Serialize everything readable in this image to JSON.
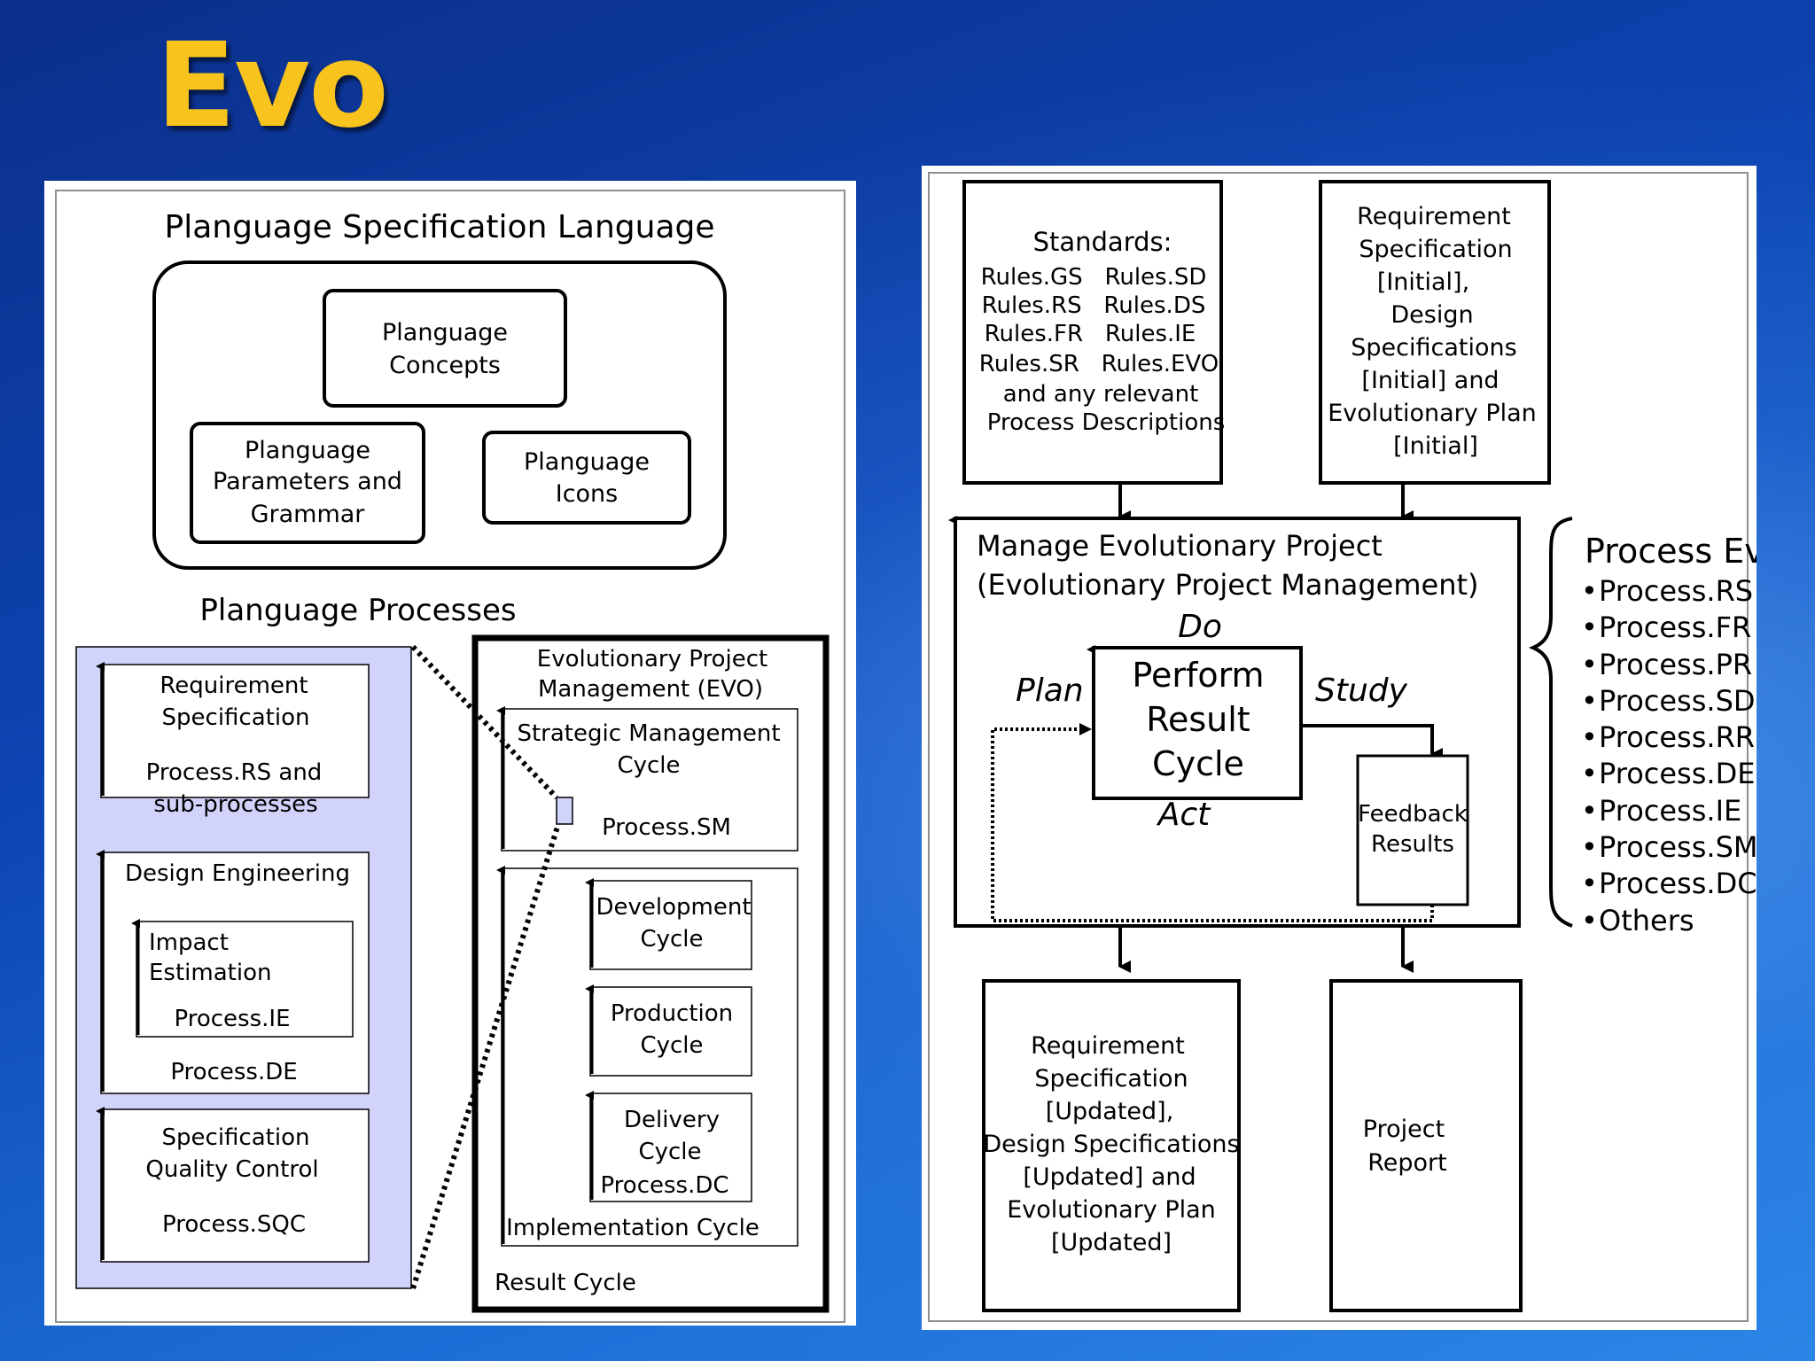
{
  "slide_title": "Evo",
  "left_diagram": {
    "heading": "Planguage Specification Language",
    "concepts": [
      "Planguage",
      "Concepts"
    ],
    "parameters": [
      "Planguage",
      "Parameters and",
      "Grammar"
    ],
    "icons": [
      "Planguage",
      "Icons"
    ],
    "processes_heading": "Planguage Processes",
    "req_spec": [
      "Requirement",
      "Specification",
      "Process.RS and",
      "sub-processes"
    ],
    "design_eng": "Design Engineering",
    "impact": [
      "Impact",
      "Estimation",
      "Process.IE"
    ],
    "process_de": "Process.DE",
    "spec_qc": [
      "Specification",
      "Quality Control",
      "Process.SQC"
    ],
    "evo_heading": [
      "Evolutionary Project",
      "Management (EVO)"
    ],
    "strategic": [
      "Strategic Management",
      "Cycle",
      "Process.SM"
    ],
    "development": [
      "Development",
      "Cycle"
    ],
    "production": [
      "Production",
      "Cycle"
    ],
    "delivery": [
      "Delivery",
      "Cycle",
      "Process.DC"
    ],
    "implementation": "Implementation Cycle",
    "result_cycle": "Result Cycle"
  },
  "right_diagram": {
    "standards": [
      "Standards:",
      "Rules.GS   Rules.SD",
      "Rules.RS   Rules.DS",
      "Rules.FR   Rules.IE",
      "Rules.SR   Rules.EVO",
      "and any relevant",
      "Process Descriptions"
    ],
    "req_initial": [
      "Requirement",
      "Specification",
      "[Initial],",
      "Design",
      "Specifications",
      "[Initial] and",
      "Evolutionary Plan",
      "[Initial]"
    ],
    "manage_title": [
      "Manage Evolutionary Project",
      "(Evolutionary Project Management)"
    ],
    "do_label": "Do",
    "plan_label": "Plan",
    "study_label": "Study",
    "act_label": "Act",
    "perform": [
      "Perform",
      "Result",
      "Cycle"
    ],
    "feedback": [
      "Feedback",
      "Results"
    ],
    "req_updated": [
      "Requirement",
      "Specification",
      "[Updated],",
      "Design Specifications",
      "[Updated] and",
      "Evolutionary Plan",
      "[Updated]"
    ],
    "project_report": [
      "Project",
      "Report"
    ],
    "process_evo_title": "Process Evo",
    "process_list": [
      "Process.RS",
      "Process.FR",
      "Process.PR",
      "Process.SD",
      "Process.RR",
      "Process.DE",
      "Process.IE",
      "Process.SM",
      "Process.DC",
      "Others"
    ]
  }
}
